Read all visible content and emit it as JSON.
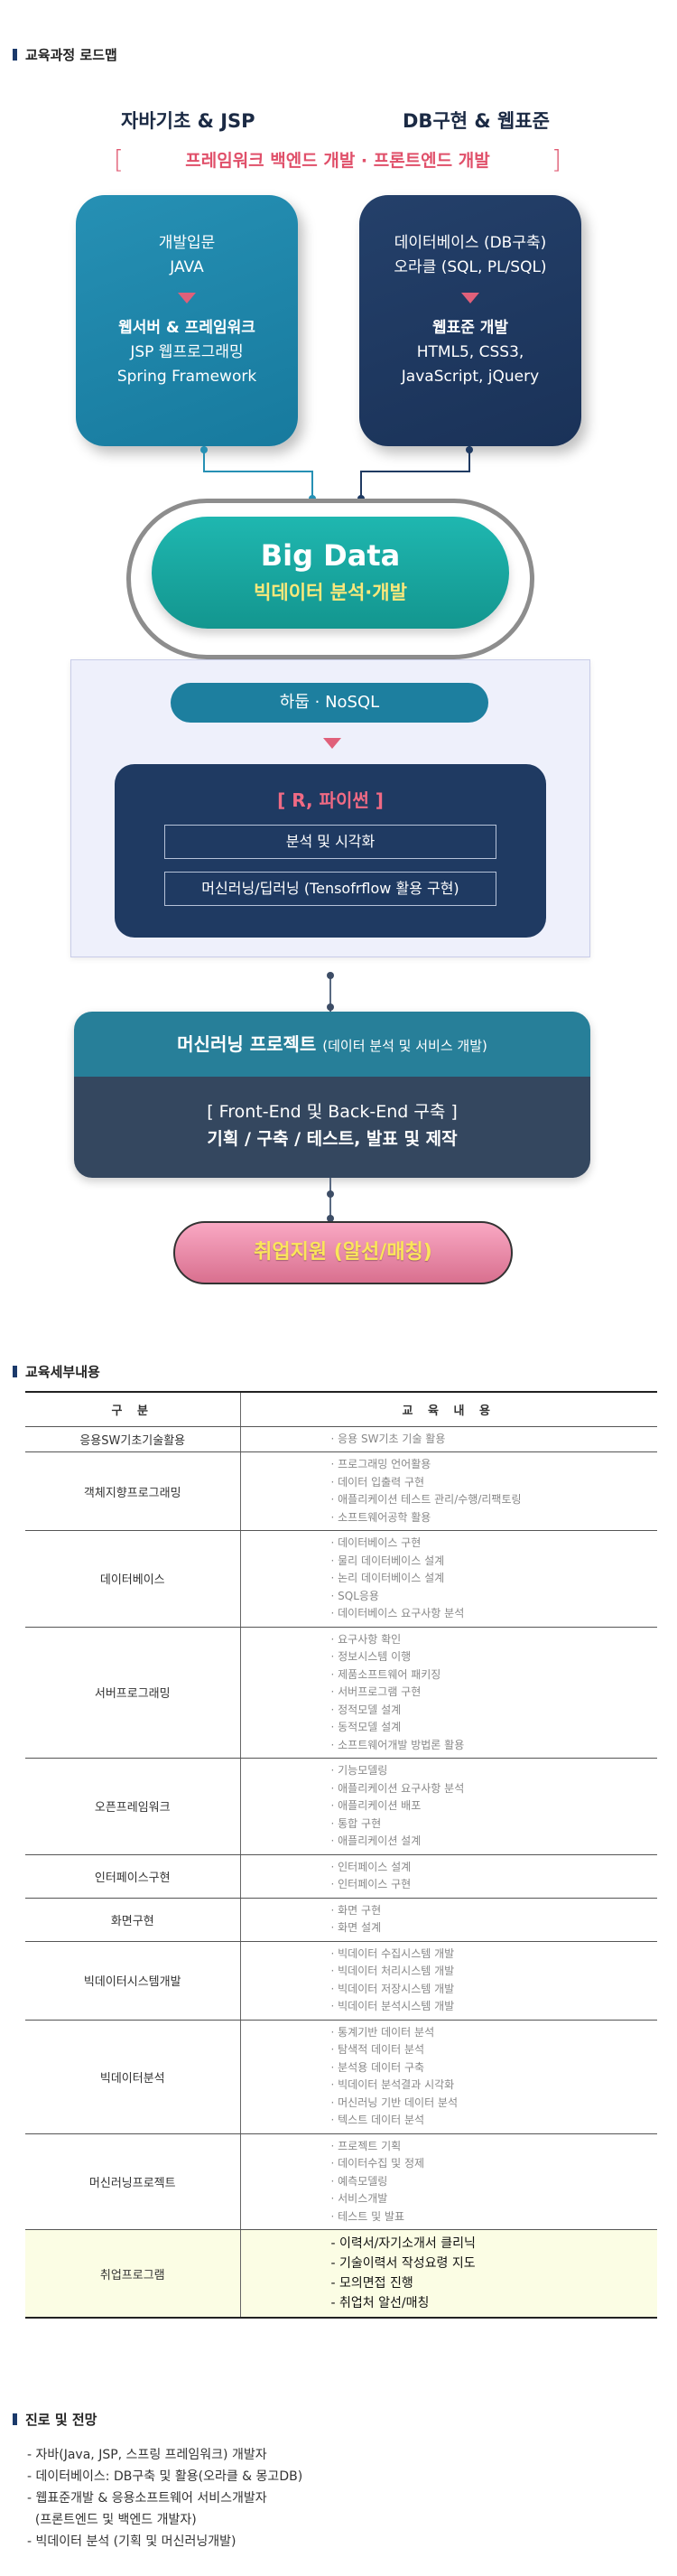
{
  "sections": {
    "roadmap": "교육과정 로드맵",
    "details": "교육세부내용",
    "career": "진로 및 전망"
  },
  "roadmap": {
    "left_head": "자바기초 & JSP",
    "right_head": "DB구현 & 웹표준",
    "framework": "프레임워크 백엔드 개발 · 프론트엔드 개발",
    "left_card": {
      "l1": "개발입문",
      "l2": "JAVA",
      "l3": "웹서버 & 프레임워크",
      "l4": "JSP 웹프로그래밍",
      "l5": "Spring Framework"
    },
    "right_card": {
      "l1": "데이터베이스 (DB구축)",
      "l2": "오라클 (SQL, PL/SQL)",
      "l3": "웹표준 개발",
      "l4": "HTML5, CSS3,",
      "l5": "JavaScript, jQuery"
    },
    "bigdata_title": "Big Data",
    "bigdata_sub": "빅데이터 분석·개발",
    "hadoop": "하둡 · NoSQL",
    "r_python": "[ R, 파이썬 ]",
    "analysis": "분석 및 시각화",
    "ml_dl": "머신러닝/딥러닝 (Tensofrflow 활용 구현)",
    "ml_project": "머신러닝 프로젝트",
    "ml_project_sub": "(데이터 분석 및 서비스 개발)",
    "frontback": "[ Front-End 및 Back-End 구축 ]",
    "process": "기획 / 구축 / 테스트, 발표 및 제작",
    "job": "취업지원 (알선/매칭)"
  },
  "table": {
    "headers": [
      "구 분",
      "교 육 내 용"
    ],
    "rows": [
      {
        "name": "응용SW기초기술활용",
        "items": [
          "· 응용 SW기초 기술 활용"
        ]
      },
      {
        "name": "객체지향프로그래밍",
        "items": [
          "· 프로그래밍 언어활용",
          "· 데이터 입출력 구현",
          "· 애플리케이션 테스트 관리/수행/리팩토링",
          "· 소프트웨어공학 활용"
        ]
      },
      {
        "name": "데이터베이스",
        "items": [
          "· 데이터베이스 구현",
          "· 물리 데이터베이스 설계",
          "· 논리 데이터베이스 설계",
          "· SQL응용",
          "· 데이터베이스 요구사항 분석"
        ]
      },
      {
        "name": "서버프로그래밍",
        "items": [
          "· 요구사항 확인",
          "· 정보시스템 이행",
          "· 제품소프트웨어 패키징",
          "· 서버프로그램 구현",
          "· 정적모델 설계",
          "· 동적모델 설계",
          "· 소프트웨어개발 방법론 활용"
        ]
      },
      {
        "name": "오픈프레임워크",
        "items": [
          "· 기능모델링",
          "· 애플리케이션 요구사항 분석",
          "· 애플리케이션 배포",
          "· 통합 구현",
          "· 애플리케이션 설계"
        ]
      },
      {
        "name": "인터페이스구현",
        "items": [
          "· 인터페이스 설계",
          "· 인터페이스 구현"
        ]
      },
      {
        "name": "화면구현",
        "items": [
          "· 화면 구현",
          "· 화면 설계"
        ]
      },
      {
        "name": "빅데이터시스템개발",
        "items": [
          "· 빅데이터 수집시스템 개발",
          "· 빅데이터 처리시스템 개발",
          "· 빅데이터 저장시스템 개발",
          "· 빅데이터 분석시스템 개발"
        ]
      },
      {
        "name": "빅데이터분석",
        "items": [
          "· 통계기반 데이터 분석",
          "· 탐색적 데이터 분석",
          "· 분석용 데이터 구축",
          "· 빅데이터 분석결과 시각화",
          "· 머신러닝 기반 데이터 분석",
          "· 텍스트 데이터 분석"
        ]
      },
      {
        "name": "머신러닝프로젝트",
        "items": [
          "· 프로젝트 기획",
          "· 데이터수집 및 정제",
          "· 예측모델링",
          "· 서비스개발",
          "· 테스트 및 발표"
        ]
      },
      {
        "name": "취업프로그램",
        "items": [
          "- 이력서/자기소개서 클리닉",
          "- 기술이력서 작성요령 지도",
          "- 모의면접 진행",
          "- 취업처 알선/매칭"
        ],
        "highlight": true
      }
    ]
  },
  "career": [
    "- 자바(Java, JSP, 스프링 프레임워크) 개발자",
    "- 데이터베이스: DB구축 및 활용(오라클 & 몽고DB)",
    "- 웹표준개발 & 응용소프트웨어 서비스개발자",
    "  (프론트엔드 및 백엔드 개발자)",
    "- 빅데이터 분석 (기획 및 머신러닝개발)"
  ]
}
